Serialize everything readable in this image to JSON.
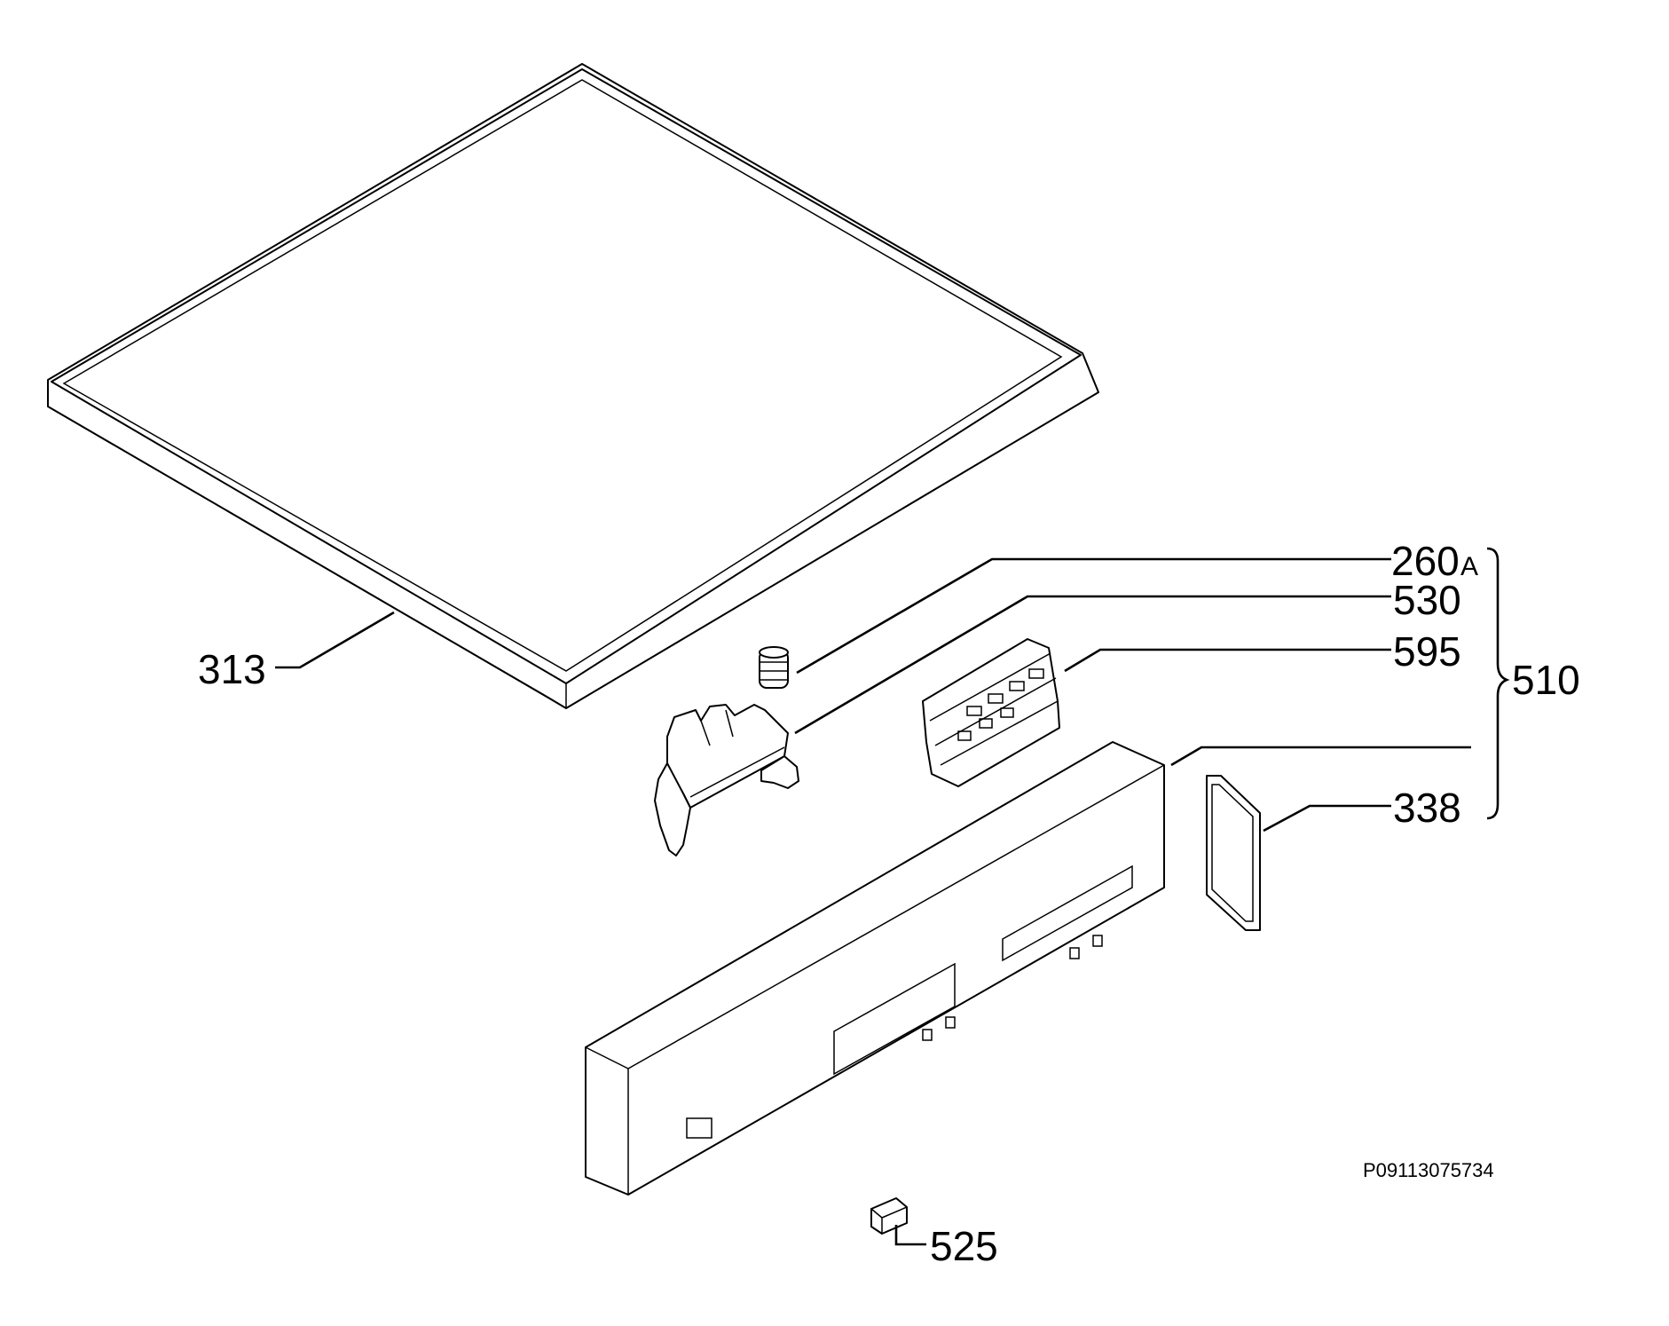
{
  "labels": {
    "p313": "313",
    "p260": "260",
    "p260_suffix": "A",
    "p530": "530",
    "p595": "595",
    "p510": "510",
    "p338": "338",
    "p525": "525"
  },
  "document_number": "P09113075734"
}
